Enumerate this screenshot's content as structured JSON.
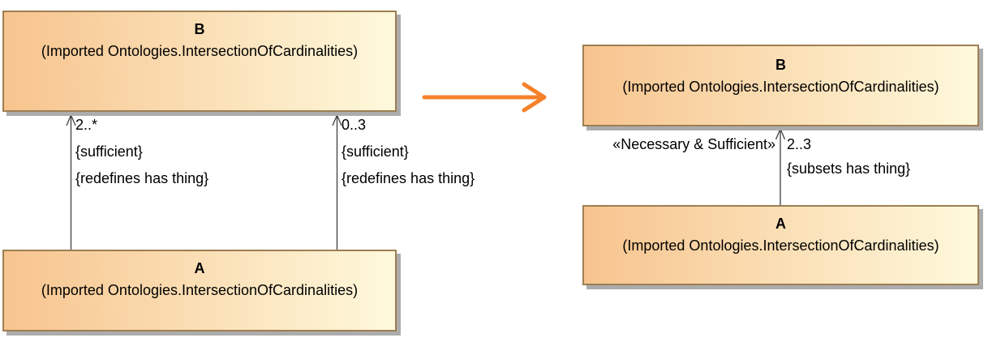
{
  "left_panel": {
    "class_b": {
      "name": "B",
      "parenthetical": "(Imported Ontologies.IntersectionOfCardinalities)"
    },
    "class_a": {
      "name": "A",
      "parenthetical": "(Imported Ontologies.IntersectionOfCardinalities)"
    },
    "edge_left": {
      "multiplicity": "2..*",
      "constraints": [
        "{sufficient}",
        "{redefines has thing}"
      ]
    },
    "edge_right": {
      "multiplicity": "0..3",
      "constraints": [
        "{sufficient}",
        "{redefines has thing}"
      ]
    }
  },
  "right_panel": {
    "class_b": {
      "name": "B",
      "parenthetical": "(Imported Ontologies.IntersectionOfCardinalities)"
    },
    "class_a": {
      "name": "A",
      "parenthetical": "(Imported Ontologies.IntersectionOfCardinalities)"
    },
    "edge": {
      "stereotype": "«Necessary & Sufficient»",
      "multiplicity": "2..3",
      "constraints": [
        "{subsets has thing}"
      ]
    }
  },
  "colors": {
    "box_fill_start": "#F7C48E",
    "box_fill_end": "#FEF9DC",
    "box_border": "#9D7E53",
    "box_shadow": "#ACACAC",
    "edge_line": "#3F3F3F",
    "transform_arrow": "#F5812B",
    "canvas_bg": "#FFFFFF",
    "text": "#000000"
  }
}
